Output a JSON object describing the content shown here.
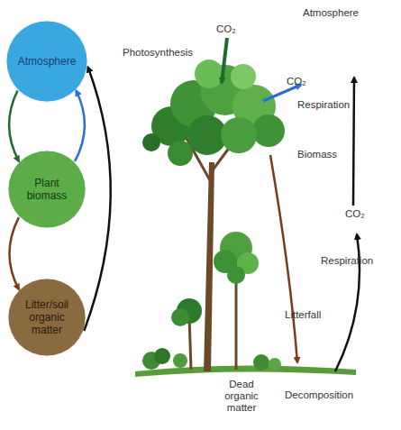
{
  "diagram": {
    "nodes": [
      {
        "text": [
          "Atmosphere"
        ]
      },
      {
        "text": [
          "Plant biomass"
        ]
      },
      {
        "text": [
          "Litter/soil organic matter"
        ]
      }
    ],
    "edges": [
      {
        "from": 0,
        "to": 1,
        "arrow": "to"
      },
      {
        "from": 1,
        "to": 0,
        "arrow": "to"
      },
      {
        "from": 1,
        "to": 2,
        "arrow": "to"
      },
      {
        "from": 2,
        "to": 0,
        "arrow": "to"
      }
    ],
    "labels": [
      "CO₂",
      "Atmosphere",
      "Photosynthesis",
      "CO₂",
      "Respiration",
      "Biomass",
      "Litterfall",
      "CO₂",
      "Respiration",
      "Dead organic matter",
      "Decomposition"
    ]
  }
}
